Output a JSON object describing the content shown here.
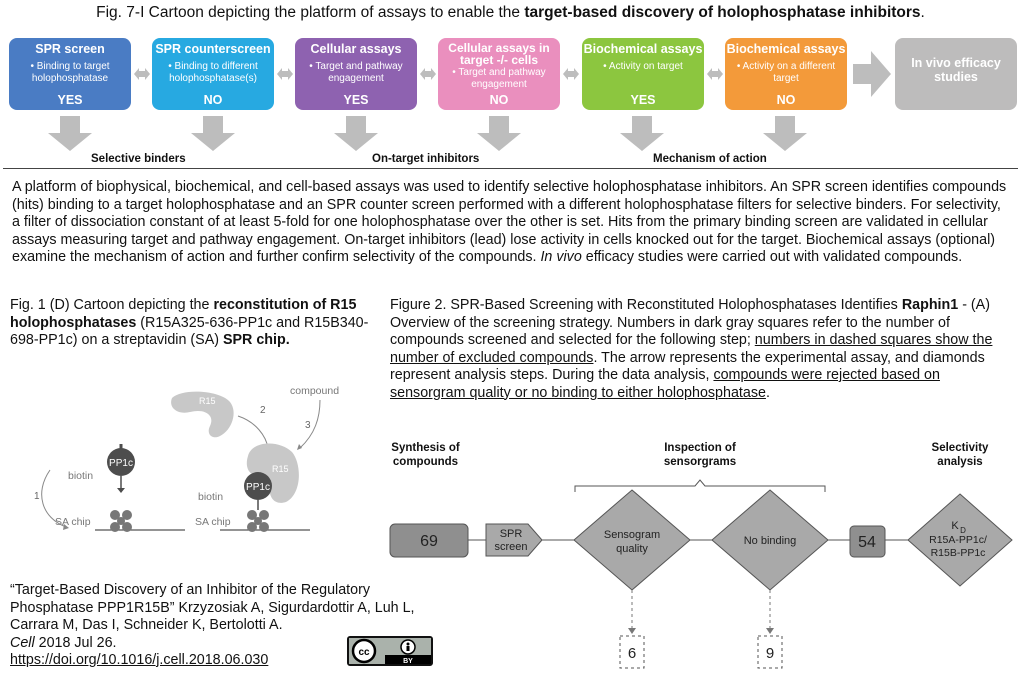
{
  "fig7": {
    "title_prefix": "Fig. 7-I Cartoon depicting the platform of assays to enable the ",
    "title_bold": "target-based discovery of holophosphatase inhibitors",
    "title_suffix": ".",
    "assays": [
      {
        "title": "SPR screen",
        "desc": "• Binding to target holophosphatase",
        "result": "YES",
        "color": "#4a7cc4"
      },
      {
        "title": "SPR counterscreen",
        "desc": "• Binding to different holophosphatase(s)",
        "result": "NO",
        "color": "#27a9e1"
      },
      {
        "title": "Cellular assays",
        "desc": "• Target and pathway engagement",
        "result": "YES",
        "color": "#8e62b0"
      },
      {
        "title": "Cellular assays in target -/- cells",
        "desc": "• Target and pathway engagement",
        "result": "NO",
        "color": "#ea8fbe"
      },
      {
        "title": "Biochemical assays",
        "desc": "• Activity on target",
        "result": "YES",
        "color": "#8cc63f"
      },
      {
        "title": "Biochemical assays",
        "desc": "• Activity on a different target",
        "result": "NO",
        "color": "#f39a3a"
      },
      {
        "title": "In vivo efficacy studies",
        "desc": "",
        "result": "",
        "color": "#bdbcbc"
      }
    ],
    "step_labels": [
      "Selective binders",
      "On-target inhibitors",
      "Mechanism of action"
    ]
  },
  "description": {
    "p1": "A platform of biophysical, biochemical, and cell-based assays was used to identify selective holophosphatase inhibitors. An SPR screen identifies compounds (hits) binding to a target holophosphatase and an SPR counter screen performed with a different holophosphatase filters for selective binders. For selectivity, a filter of dissociation constant of at least 5-fold for one holophosphatase over the other is set. Hits from the primary binding screen are validated in cellular assays measuring target and pathway engagement. On-target inhibitors (lead) lose activity in cells knocked out for the target. Biochemical assays (optional) examine the mechanism of action and further confirm selectivity of the compounds. ",
    "p1_italic": "In vivo",
    "p1_end": " efficacy studies were carried out with validated compounds."
  },
  "fig1": {
    "prefix": "Fig. 1 (D) Cartoon depicting the ",
    "bold1": "reconstitution of R15 holophosphatases",
    "middle": " (R15A325-636-PP1c and R15B340-698-PP1c) on a streptavidin (SA) ",
    "bold2": "SPR chip.",
    "labels": {
      "compound": "compound",
      "r15": "R15",
      "pp1c": "PP1c",
      "biotin": "biotin",
      "sa_chip": "SA chip",
      "step1": "1",
      "step2": "2",
      "step3": "3"
    }
  },
  "fig2": {
    "prefix": "Figure 2. SPR-Based Screening with Reconstituted Holophosphatases Identifies ",
    "bold": "Raphin1",
    "text1": " - (A) Overview of the screening strategy. Numbers in dark gray squares refer to the number of compounds screened and selected for the following step; ",
    "u1": "numbers in dashed squares show the number of excluded compounds",
    "text2": ". The arrow represents the experimental assay, and diamonds represent analysis steps. During the data analysis, ",
    "u2": "compounds were rejected based on sensorgram quality or no binding to either holophosphatase",
    "text3": ".",
    "headers": {
      "synthesis_1": "Synthesis of",
      "synthesis_2": "compounds",
      "inspection_1": "Inspection of",
      "inspection_2": "sensorgrams",
      "selectivity_1": "Selectivity",
      "selectivity_2": "analysis"
    },
    "flow": {
      "n_start": "69",
      "spr_1": "SPR",
      "spr_2": "screen",
      "quality_1": "Sensogram",
      "quality_2": "quality",
      "nobinding": "No binding",
      "n_selected": "54",
      "kd": "K",
      "kd_sub": "D",
      "sel_1": "R15A-PP1c/",
      "sel_2": "R15B-PP1c",
      "excluded_1": "6",
      "excluded_2": "9"
    }
  },
  "citation": {
    "line": "“Target-Based Discovery of an Inhibitor of the Regulatory Phosphatase PPP1R15B” Krzyzosiak A, Sigurdardottir A, Luh L, Carrara M, Das I, Schneider K, Bertolotti A.",
    "journal": "Cell",
    "date": " 2018 Jul 26.",
    "doi": "https://doi.org/10.1016/j.cell.2018.06.030",
    "license_label": "BY"
  }
}
